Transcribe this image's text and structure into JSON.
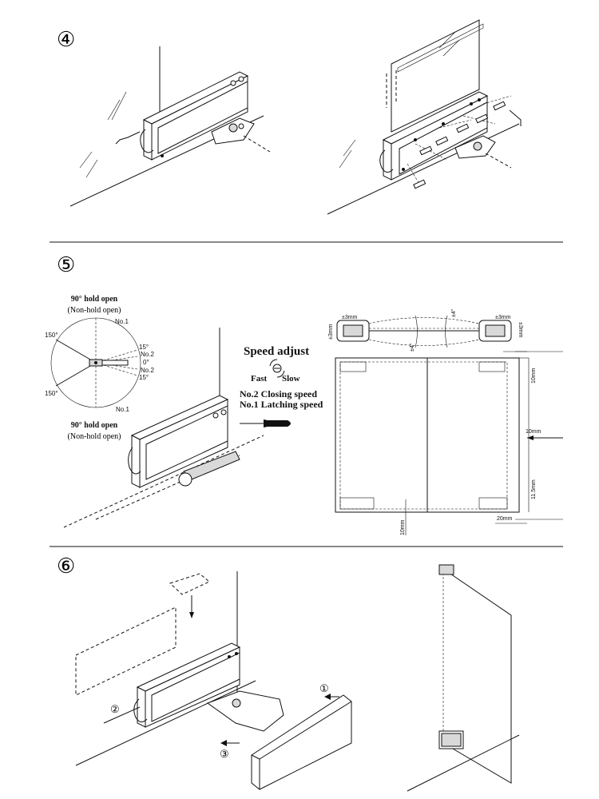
{
  "steps": {
    "step4": {
      "number": "④"
    },
    "step5": {
      "number": "⑤"
    },
    "step6": {
      "number": "⑥"
    }
  },
  "hold_diagram": {
    "top_title": "90° hold open",
    "top_subtitle": "(Non-hold open)",
    "bottom_title": "90° hold open",
    "bottom_subtitle": "(Non-hold open)",
    "labels": {
      "no1_top": "No.1",
      "no1_bottom": "No.1",
      "deg150_top": "150°",
      "deg150_bottom": "150°",
      "deg15_top": "15°",
      "deg15_bottom": "15°",
      "no2_top": "No.2",
      "no2_bottom": "No.2",
      "zero": "0°"
    }
  },
  "speed_adjust": {
    "title": "Speed adjust",
    "fast": "Fast",
    "slow": "Slow",
    "closing": "No.2 Closing speed",
    "latching": "No.1 Latching speed"
  },
  "dimensions": {
    "pm3mm_left": "±3mm",
    "pm3mm_right": "±3mm",
    "pm3mm_side_left": "±3mm",
    "pm3mm_side_right": "±3mm",
    "pm4_top": "±4°",
    "pm4_left": "±4°",
    "d10mm_right_top": "10mm",
    "d10mm_right_mid": "10mm",
    "d11_5mm": "11.5mm",
    "d20mm": "20mm",
    "d10mm_bottom": "10mm"
  },
  "step6_callouts": {
    "c1": "①",
    "c2": "②",
    "c3": "③"
  }
}
